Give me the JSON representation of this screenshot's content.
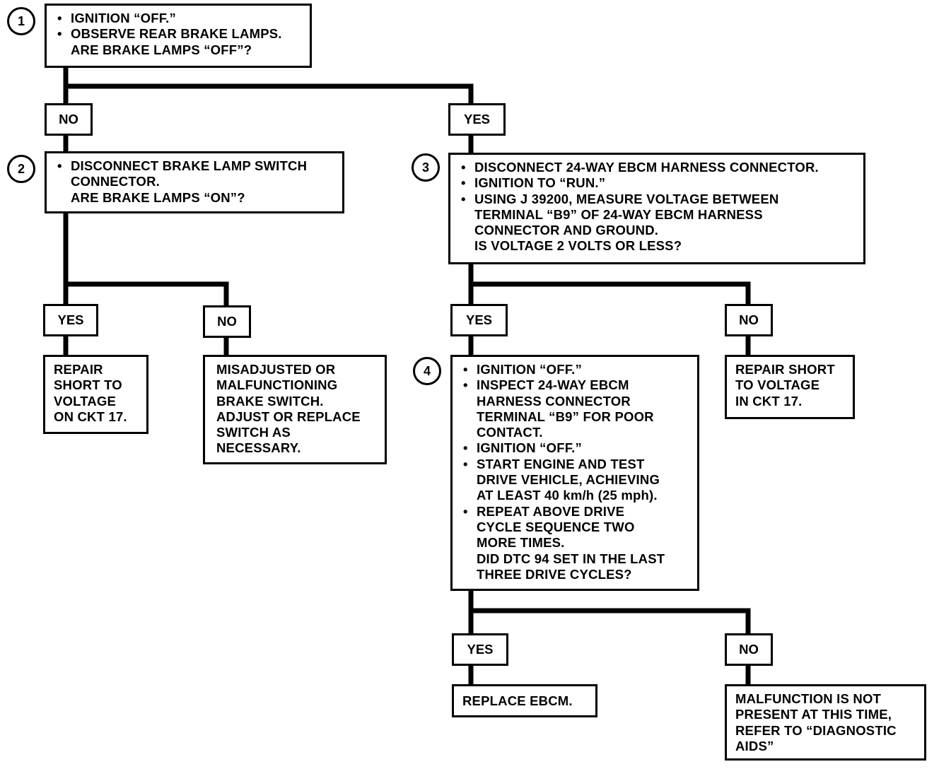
{
  "steps": {
    "s1": {
      "number": "1",
      "lines": [
        "IGNITION “OFF.”",
        "OBSERVE REAR BRAKE LAMPS.",
        "ARE BRAKE LAMPS “OFF”?"
      ]
    },
    "s2": {
      "number": "2",
      "lines": [
        "DISCONNECT BRAKE LAMP SWITCH",
        "CONNECTOR.",
        "ARE BRAKE LAMPS “ON”?"
      ]
    },
    "s3": {
      "number": "3",
      "lines": [
        "DISCONNECT 24-WAY EBCM HARNESS CONNECTOR.",
        "IGNITION TO “RUN.”",
        "USING J 39200, MEASURE VOLTAGE BETWEEN",
        "TERMINAL “B9” OF 24-WAY EBCM HARNESS",
        "CONNECTOR AND GROUND.",
        "IS VOLTAGE 2 VOLTS OR LESS?"
      ]
    },
    "s4": {
      "number": "4",
      "lines": [
        "IGNITION “OFF.”",
        "INSPECT 24-WAY EBCM",
        "HARNESS CONNECTOR",
        "TERMINAL “B9” FOR POOR",
        "CONTACT.",
        "IGNITION “OFF.”",
        "START ENGINE AND TEST",
        "DRIVE VEHICLE, ACHIEVING",
        "AT LEAST 40 km/h (25 mph).",
        "REPEAT ABOVE DRIVE",
        "CYCLE SEQUENCE TWO",
        "MORE TIMES.",
        "DID DTC 94 SET IN THE LAST",
        "THREE DRIVE CYCLES?"
      ]
    }
  },
  "branches": {
    "s1_no": "NO",
    "s1_yes": "YES",
    "s2_yes": "YES",
    "s2_no": "NO",
    "s3_yes": "YES",
    "s3_no": "NO",
    "s4_yes": "YES",
    "s4_no": "NO"
  },
  "results": {
    "r_repair_ckt17": [
      "REPAIR",
      "SHORT TO",
      "VOLTAGE",
      "ON CKT 17."
    ],
    "r_brake_switch": [
      "MISADJUSTED OR",
      "MALFUNCTIONING",
      "BRAKE SWITCH.",
      "ADJUST OR REPLACE",
      "SWITCH AS",
      "NECESSARY."
    ],
    "r_repair_short": [
      "REPAIR SHORT",
      "TO VOLTAGE",
      "IN CKT 17."
    ],
    "r_replace_ebcm": [
      "REPLACE EBCM."
    ],
    "r_malfunction": [
      "MALFUNCTION IS NOT",
      "PRESENT AT THIS TIME,",
      "REFER TO “DIAGNOSTIC",
      "AIDS”"
    ]
  }
}
